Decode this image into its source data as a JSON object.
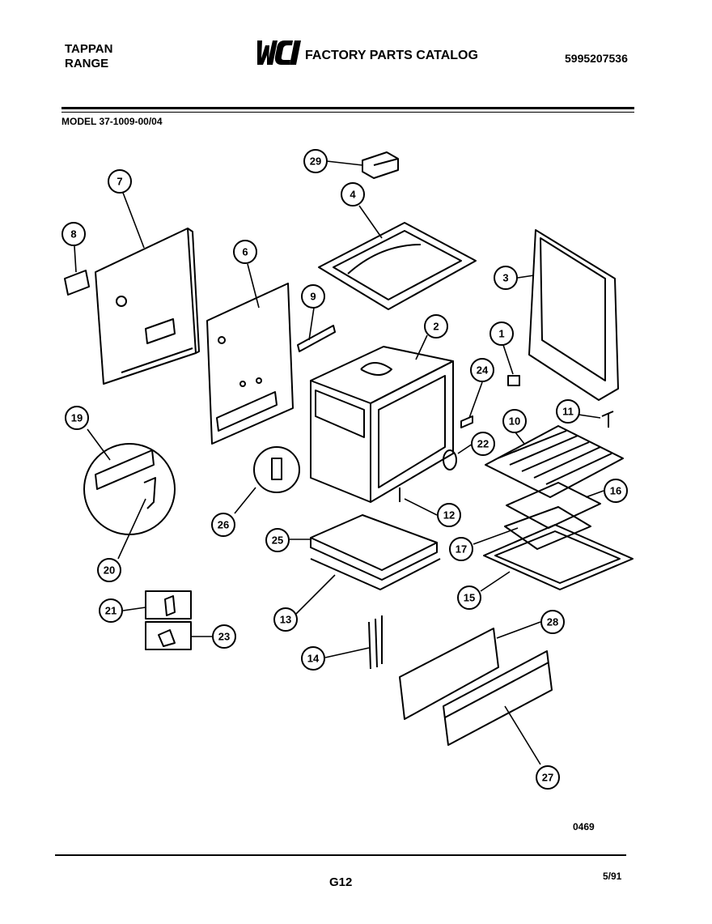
{
  "header": {
    "brand_line1": "TAPPAN",
    "brand_line2": "RANGE",
    "logo_text": "WCI",
    "catalog_title": "FACTORY PARTS CATALOG",
    "part_number": "5995207536",
    "model": "MODEL 37-1009-00/04"
  },
  "callouts": [
    "29",
    "4",
    "7",
    "8",
    "6",
    "9",
    "3",
    "2",
    "1",
    "24",
    "22",
    "11",
    "10",
    "19",
    "16",
    "12",
    "26",
    "25",
    "17",
    "20",
    "15",
    "21",
    "23",
    "13",
    "28",
    "14",
    "27"
  ],
  "footer": {
    "ref_code": "0469",
    "page_code": "G12",
    "date": "5/91"
  }
}
